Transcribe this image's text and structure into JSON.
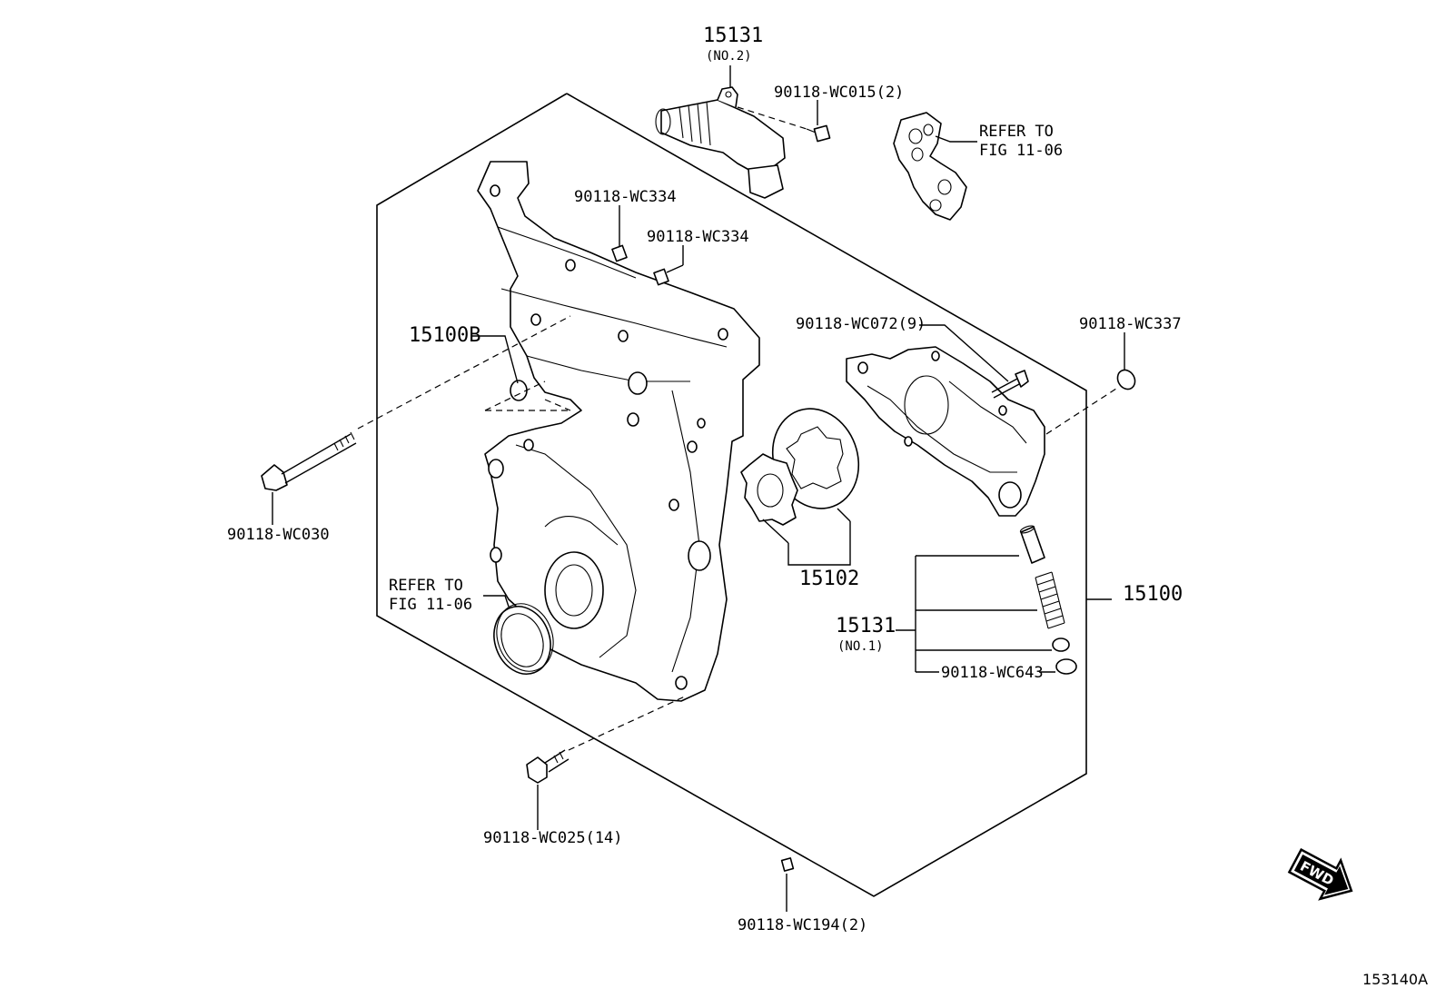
{
  "diagram": {
    "callouts": {
      "p15131_no2": "15131",
      "p15131_no2_sub": "(NO.2)",
      "p90118_wc015": "90118-WC015(2)",
      "refer_top_1": "REFER TO",
      "refer_top_2": "FIG 11-06",
      "p90118_wc334_a": "90118-WC334",
      "p90118_wc334_b": "90118-WC334",
      "p15100b": "15100B",
      "p90118_wc072": "90118-WC072(9)",
      "p90118_wc337": "90118-WC337",
      "p90118_wc030": "90118-WC030",
      "p15102": "15102",
      "p15100": "15100",
      "refer_left_1": "REFER TO",
      "refer_left_2": "FIG 11-06",
      "p15131_no1": "15131",
      "p15131_no1_sub": "(NO.1)",
      "p90118_wc643": "90118-WC643",
      "p90118_wc025": "90118-WC025(14)",
      "p90118_wc194": "90118-WC194(2)"
    },
    "fwd_label": "FWD",
    "figure_id": "153140A"
  }
}
